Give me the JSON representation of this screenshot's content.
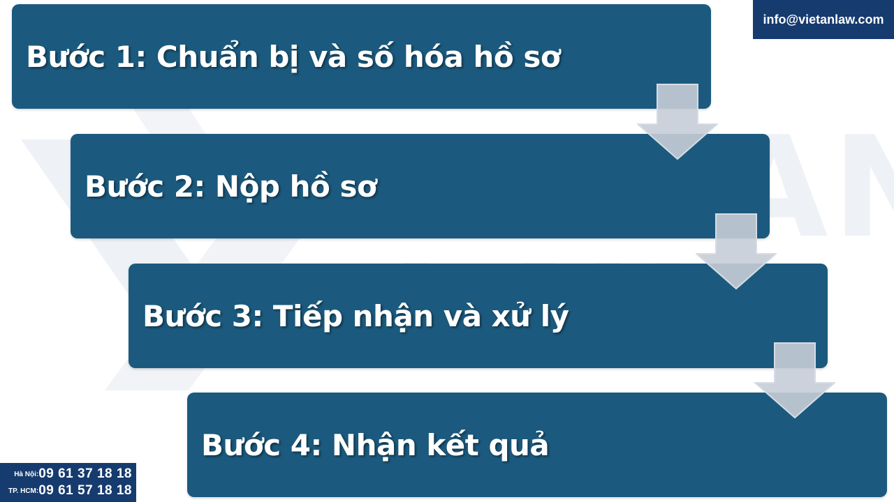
{
  "colors": {
    "box_fill": "#1b5a7e",
    "arrow_fill": "#c6cdd7",
    "arrow_stroke": "#d7dce4",
    "badge_fill": "#163b6e",
    "watermark": "#eef1f5"
  },
  "watermark": {
    "line1": "VIETAN",
    "line2": "LAW"
  },
  "steps": [
    {
      "label": "Bước 1: Chuẩn bị và số hóa hồ sơ"
    },
    {
      "label": "Bước 2: Nộp hồ sơ"
    },
    {
      "label": "Bước 3: Tiếp nhận và xử lý"
    },
    {
      "label": "Bước 4: Nhận kết quả"
    }
  ],
  "contact": {
    "email": "info@vietanlaw.com",
    "phones": [
      {
        "city": "Hà Nội:",
        "number": "09 61 37 18 18"
      },
      {
        "city": "TP. HCM:",
        "number": "09 61 57 18 18"
      }
    ]
  }
}
